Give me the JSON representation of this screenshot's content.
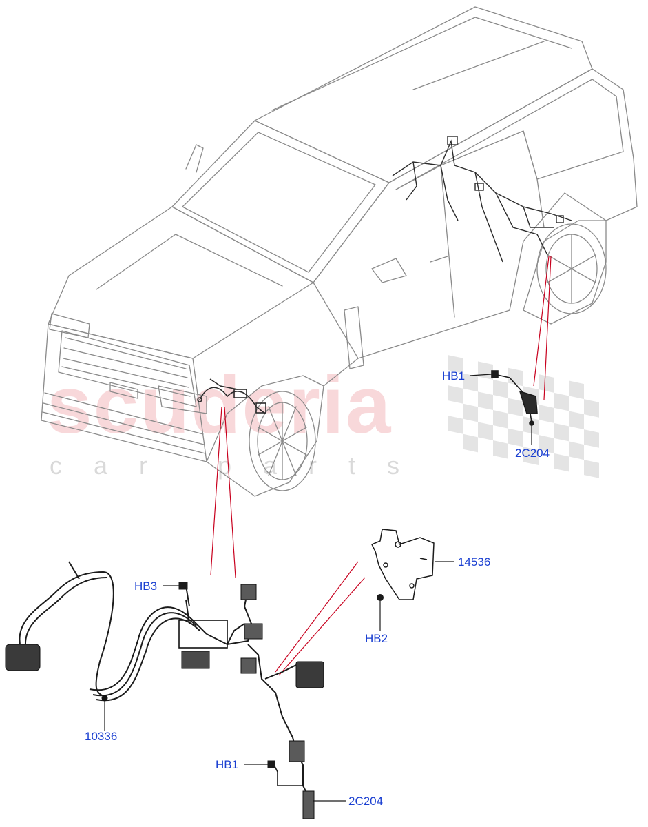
{
  "watermark": {
    "brand": "scuderia",
    "tagline": "car parts",
    "accent_color": "#f4b9bd"
  },
  "callouts": {
    "hb1_top": "HB1",
    "c2204_top": "2C204",
    "hb3": "HB3",
    "p14536": "14536",
    "hb2": "HB2",
    "p10336": "10336",
    "hb1_bottom": "HB1",
    "c2204_bottom": "2C204"
  },
  "colors": {
    "label": "#1a3fd1",
    "leader": "#c8001e",
    "line_art": "#2b2b2b",
    "car_outline": "#8a8a8a"
  }
}
